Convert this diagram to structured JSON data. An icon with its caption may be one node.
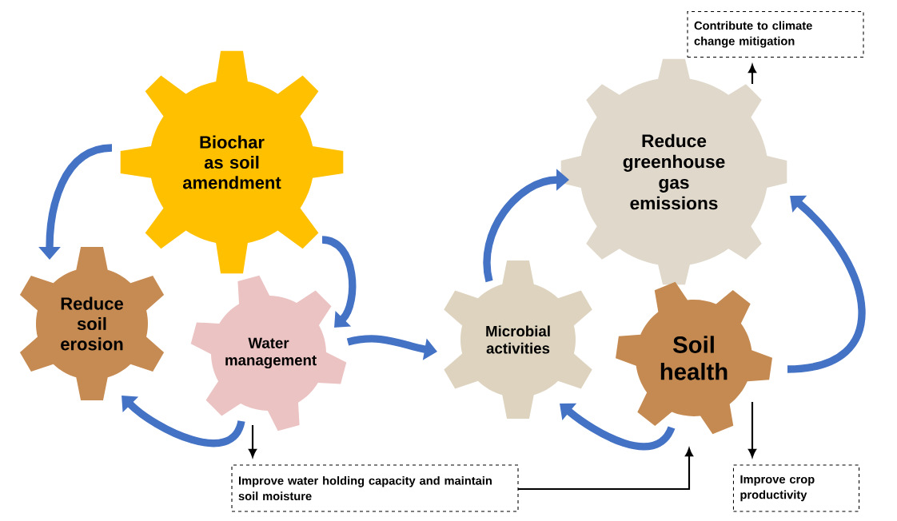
{
  "diagram": {
    "nodes": [
      {
        "text": [
          "Biochar as soil amendment"
        ]
      },
      {
        "text": [
          "Reduce soil erosion"
        ]
      },
      {
        "text": [
          "Water management"
        ]
      },
      {
        "text": [
          "Microbial activities"
        ]
      },
      {
        "text": [
          "Reduce greenhouse gas emissions"
        ]
      },
      {
        "text": [
          "Soil health"
        ]
      },
      {
        "text": [
          "Contribute to climate change mitigation"
        ]
      },
      {
        "text": [
          "Improve water holding capacity and maintain soil moisture"
        ]
      },
      {
        "text": [
          "Improve crop productivity"
        ]
      }
    ],
    "edges": [
      {
        "from": 0,
        "to": 1,
        "arrow": "to"
      },
      {
        "from": 0,
        "to": 2,
        "arrow": "to"
      },
      {
        "from": 2,
        "to": 1,
        "arrow": "to"
      },
      {
        "from": 2,
        "to": 3,
        "arrow": "to"
      },
      {
        "from": 3,
        "to": 4,
        "arrow": "to"
      },
      {
        "from": 5,
        "to": 4,
        "arrow": "to"
      },
      {
        "from": 5,
        "to": 3,
        "arrow": "to"
      },
      {
        "from": 4,
        "to": 6,
        "arrow": "to",
        "color": "#000000"
      },
      {
        "from": 2,
        "to": 7,
        "arrow": "to",
        "color": "#000000"
      },
      {
        "from": 5,
        "to": 8,
        "arrow": "to",
        "color": "#000000"
      },
      {
        "from": 7,
        "to": 5,
        "arrow": "to",
        "color": "#000000"
      }
    ]
  }
}
